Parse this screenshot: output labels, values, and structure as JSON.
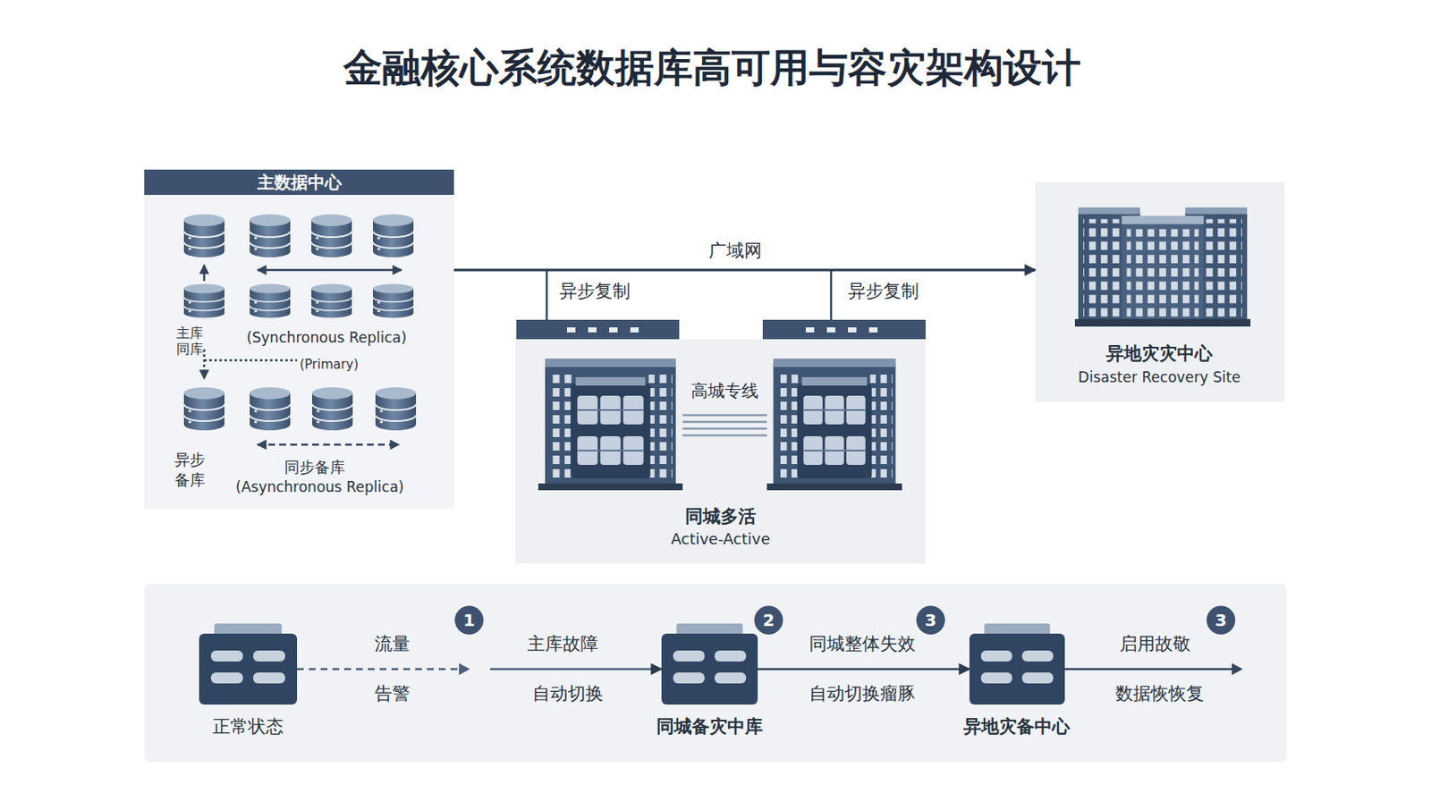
{
  "diagram": {
    "title": "金融核心系统数据库高可用与容灾架构设计",
    "nodes": [
      {
        "text": [
          "主数据中心"
        ]
      },
      {
        "text": [
          "同城多活",
          "Active-Active"
        ]
      },
      {
        "text": [
          "异地灾灾中心",
          "Disaster Recovery Site"
        ]
      },
      {
        "text": [
          "正常状态"
        ]
      },
      {
        "text": [
          "同城备灾中库"
        ]
      },
      {
        "text": [
          "异地灾备中心"
        ]
      }
    ],
    "edges": [
      {
        "from": 0,
        "to": 2,
        "arrow": "to",
        "label": "广域网"
      },
      {
        "from": 3,
        "to": 4,
        "arrow": "to"
      },
      {
        "from": 4,
        "to": 5,
        "arrow": "to"
      }
    ],
    "labels": [
      "主库",
      "同库",
      "(Synchronous Replica)",
      "(Primary)",
      "异步 备库",
      "同步备库",
      "(Asynchronous Replica)",
      "异步复制",
      "异步复制",
      "高城专线",
      "流量",
      "告警",
      "1",
      "主库故障",
      "自动切换",
      "2",
      "同城整体失效",
      "自动切换瘤豚",
      "3",
      "启用故敬",
      "数据恢恢复",
      "3"
    ]
  }
}
